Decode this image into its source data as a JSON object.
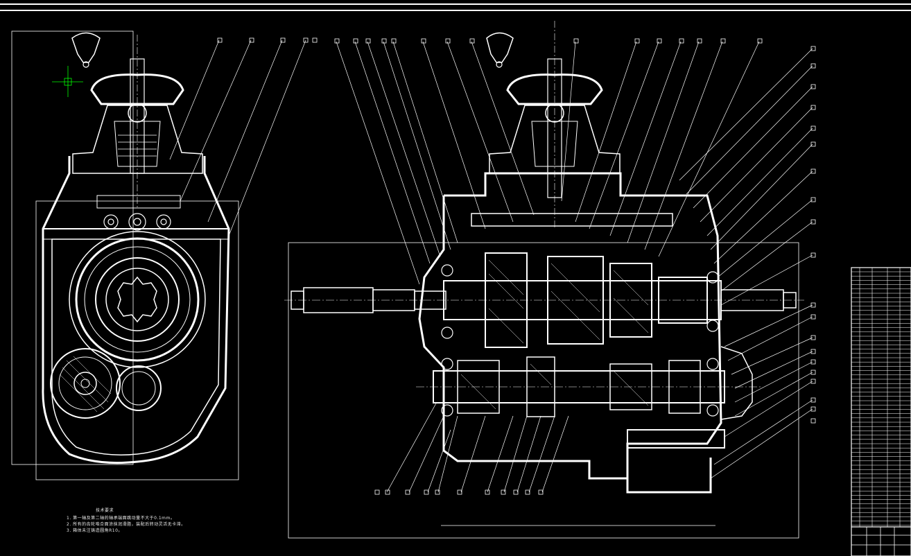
{
  "drawing": {
    "type": "cad-assembly-drawing",
    "subject": "transmission gearbox cross-section",
    "views": [
      "side-section-view",
      "longitudinal-section-view"
    ],
    "line_color": "#ffffff",
    "background": "#000000",
    "accent_color": "#00ff00"
  },
  "notes": {
    "title": "技术要求",
    "lines": [
      "1. 第一轴及第二轴的轴承端面跳动量不大于0.1mm。",
      "2. 所有的齿轮啮合面涂抹润滑脂，装配后转动灵活无卡滞。",
      "3. 箱体未注铸造圆角R10。"
    ]
  },
  "title_block": {
    "present": true,
    "position": "right"
  }
}
